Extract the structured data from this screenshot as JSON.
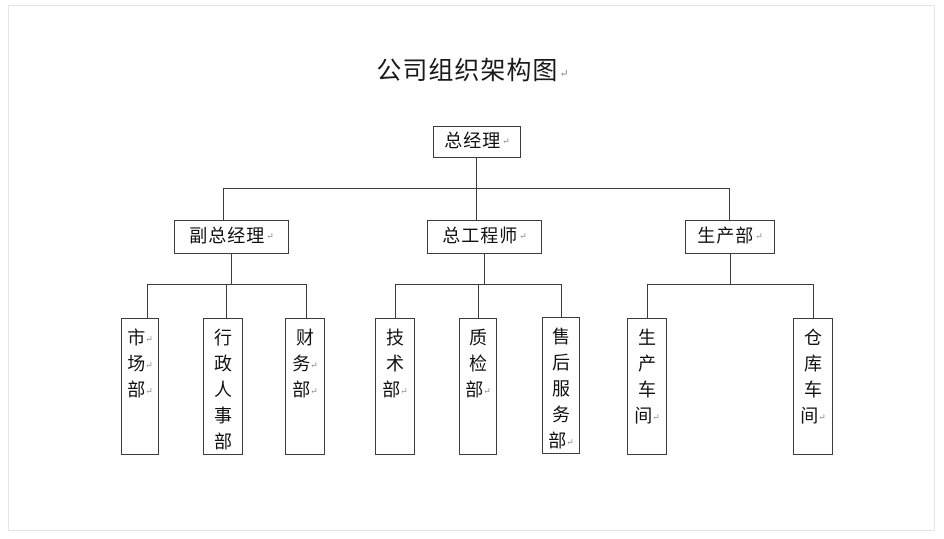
{
  "document": {
    "title": "公司组织架构图",
    "paragraph_mark": "↵",
    "background_color": "#ffffff",
    "line_color": "#3c3c3c",
    "text_color": "#111111",
    "page_border_color": "#e3e3e3"
  },
  "chart_data": {
    "type": "diagram",
    "diagram_type": "organization-chart",
    "title": "公司组织架构图",
    "orientation": "top-down",
    "levels": 3,
    "root": {
      "id": "gm",
      "label": "总经理",
      "level": 1
    },
    "nodes": [
      {
        "id": "gm",
        "label": "总经理",
        "level": 1,
        "parent": null,
        "text_orientation": "horizontal"
      },
      {
        "id": "deputy_gm",
        "label": "副总经理",
        "level": 2,
        "parent": "gm",
        "text_orientation": "horizontal"
      },
      {
        "id": "chief_eng",
        "label": "总工程师",
        "level": 2,
        "parent": "gm",
        "text_orientation": "horizontal"
      },
      {
        "id": "production",
        "label": "生产部",
        "level": 2,
        "parent": "gm",
        "text_orientation": "horizontal"
      },
      {
        "id": "marketing",
        "label": "市场部",
        "level": 3,
        "parent": "deputy_gm",
        "text_orientation": "vertical"
      },
      {
        "id": "admin_hr",
        "label": "行政人事部",
        "level": 3,
        "parent": "deputy_gm",
        "text_orientation": "vertical"
      },
      {
        "id": "finance",
        "label": "财务部",
        "level": 3,
        "parent": "deputy_gm",
        "text_orientation": "vertical"
      },
      {
        "id": "technology",
        "label": "技术部",
        "level": 3,
        "parent": "chief_eng",
        "text_orientation": "vertical"
      },
      {
        "id": "quality",
        "label": "质检部",
        "level": 3,
        "parent": "chief_eng",
        "text_orientation": "vertical"
      },
      {
        "id": "aftersales",
        "label": "售后服务部",
        "level": 3,
        "parent": "chief_eng",
        "text_orientation": "vertical"
      },
      {
        "id": "workshop",
        "label": "生产车间",
        "level": 3,
        "parent": "production",
        "text_orientation": "vertical"
      },
      {
        "id": "warehouse",
        "label": "仓库车间",
        "level": 3,
        "parent": "production",
        "text_orientation": "vertical"
      }
    ],
    "edges": [
      {
        "from": "gm",
        "to": "deputy_gm"
      },
      {
        "from": "gm",
        "to": "chief_eng"
      },
      {
        "from": "gm",
        "to": "production"
      },
      {
        "from": "deputy_gm",
        "to": "marketing"
      },
      {
        "from": "deputy_gm",
        "to": "admin_hr"
      },
      {
        "from": "deputy_gm",
        "to": "finance"
      },
      {
        "from": "chief_eng",
        "to": "technology"
      },
      {
        "from": "chief_eng",
        "to": "quality"
      },
      {
        "from": "chief_eng",
        "to": "aftersales"
      },
      {
        "from": "production",
        "to": "workshop"
      },
      {
        "from": "production",
        "to": "warehouse"
      }
    ]
  },
  "boxes": {
    "gm": {
      "label": "总经理",
      "chars": [
        "总",
        "经",
        "理"
      ]
    },
    "deputy_gm": {
      "label": "副总经理",
      "chars": [
        "副",
        "总",
        "经",
        "理"
      ]
    },
    "chief_eng": {
      "label": "总工程师",
      "chars": [
        "总",
        "工",
        "程",
        "师"
      ]
    },
    "production": {
      "label": "生产部",
      "chars": [
        "生",
        "产",
        "部"
      ]
    },
    "marketing": {
      "label": "市场部",
      "chars": [
        "市",
        "场",
        "部"
      ]
    },
    "admin_hr": {
      "label": "行政人事部",
      "chars": [
        "行",
        "政",
        "人",
        "事",
        "部"
      ]
    },
    "finance": {
      "label": "财务部",
      "chars": [
        "财",
        "务",
        "部"
      ]
    },
    "technology": {
      "label": "技术部",
      "chars": [
        "技",
        "术",
        "部"
      ]
    },
    "quality": {
      "label": "质检部",
      "chars": [
        "质",
        "检",
        "部"
      ]
    },
    "aftersales": {
      "label": "售后服务部",
      "chars": [
        "售",
        "后",
        "服",
        "务",
        "部"
      ]
    },
    "workshop": {
      "label": "生产车间",
      "chars": [
        "生",
        "产",
        "车",
        "间"
      ]
    },
    "warehouse": {
      "label": "仓库车间",
      "chars": [
        "仓",
        "库",
        "车",
        "间"
      ]
    }
  }
}
